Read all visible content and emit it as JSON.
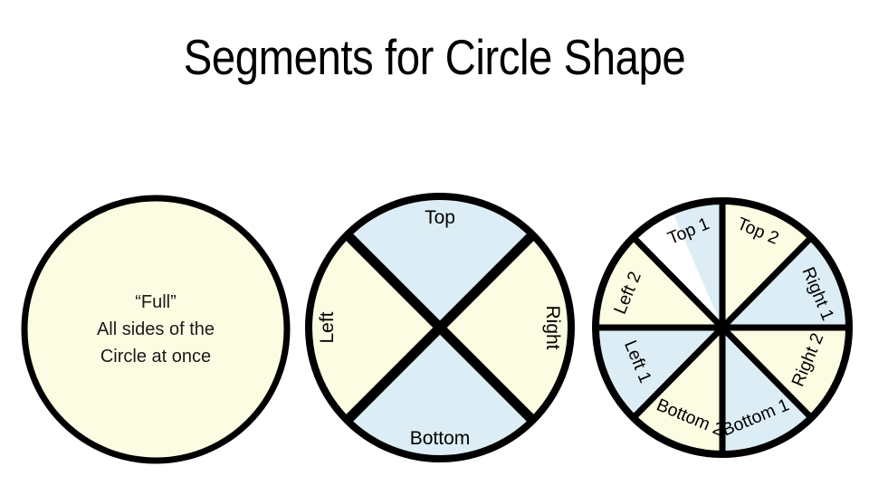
{
  "page": {
    "title": "Segments for Circle Shape",
    "background_color": "#ffffff"
  },
  "colors": {
    "cream": "#FCFCE2",
    "blue": "#DCEDF5",
    "outline": "#000000",
    "text": "#1a1a1a"
  },
  "chart_data": {
    "type": "pie",
    "title": "Segments for Circle Shape",
    "xlabel": "",
    "ylabel": "",
    "legend": "none",
    "grid": false,
    "figures": [
      {
        "name": "full-circle",
        "segment_count": 1,
        "categories": [
          "Full"
        ],
        "values": [
          360
        ],
        "fills": [
          "#FCFCE2"
        ],
        "center_lines": [
          "“Full”",
          "All sides of the",
          "Circle at once"
        ]
      },
      {
        "name": "quadrant-circle",
        "segment_count": 4,
        "categories": [
          "Top",
          "Right",
          "Bottom",
          "Left"
        ],
        "values": [
          90,
          90,
          90,
          90
        ],
        "fills": [
          "#DCEDF5",
          "#FCFCE2",
          "#DCEDF5",
          "#FCFCE2"
        ],
        "label_rotations_deg": [
          0,
          90,
          0,
          -90
        ]
      },
      {
        "name": "octant-circle",
        "segment_count": 8,
        "categories": [
          "Top 1",
          "Top 2",
          "Right 1",
          "Right 2",
          "Bottom 1",
          "Bottom 2",
          "Left 1",
          "Left 2"
        ],
        "values": [
          45,
          45,
          45,
          45,
          45,
          45,
          45,
          45
        ],
        "fills": [
          "#DCEDF5",
          "#FCFCE2",
          "#DCEDF5",
          "#FCFCE2",
          "#DCEDF5",
          "#FCFCE2",
          "#DCEDF5",
          "#FCFCE2"
        ],
        "label_rotations_deg": [
          -22.5,
          22.5,
          67.5,
          -67.5,
          -22.5,
          22.5,
          67.5,
          -67.5
        ]
      }
    ]
  },
  "figure1": {
    "line1": "“Full”",
    "line2": "All sides of the",
    "line3": "Circle at once"
  },
  "figure2": {
    "top": "Top",
    "right": "Right",
    "bottom": "Bottom",
    "left": "Left"
  },
  "figure3": {
    "top1": "Top 1",
    "top2": "Top 2",
    "right1": "Right 1",
    "right2": "Right 2",
    "bottom1": "Bottom 1",
    "bottom2": "Bottom 2",
    "left1": "Left 1",
    "left2": "Left 2"
  }
}
